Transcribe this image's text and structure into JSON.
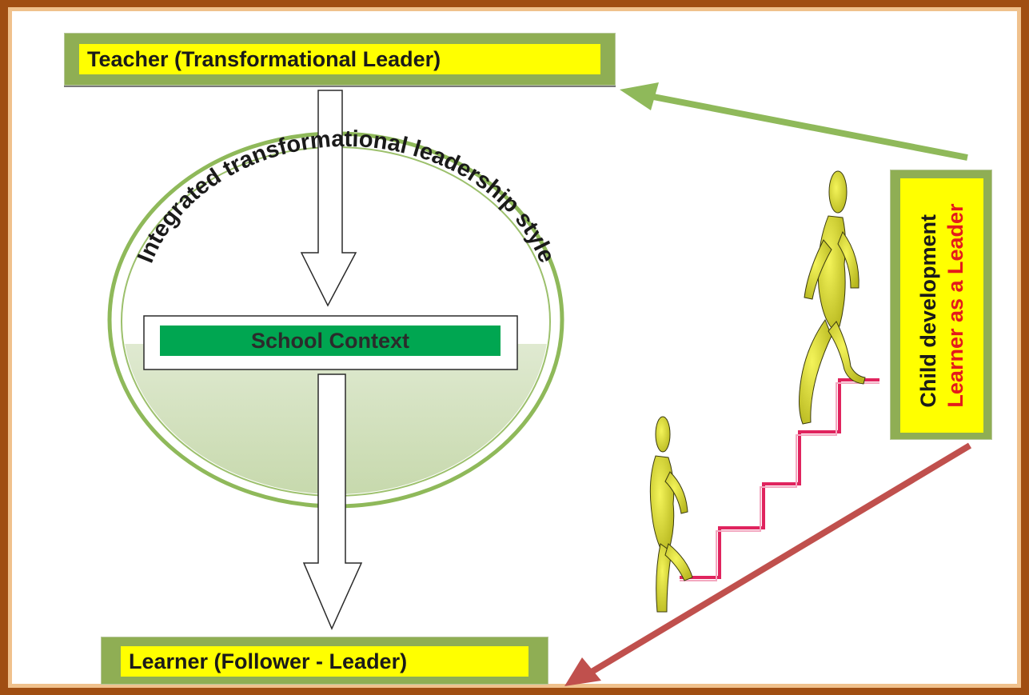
{
  "diagram": {
    "teacher_label": "Teacher (Transformational Leader)",
    "learner_label": "Learner (Follower - Leader)",
    "school_context_label": "School Context",
    "arc_text": "Integrated transformational leadership style",
    "child_line1": "Child development",
    "child_line2": "Learner as a Leader"
  },
  "colors": {
    "frame": "#a04e12",
    "frame_inner": "#f0c18c",
    "box_green": "#8fae54",
    "label_yellow": "#ffff00",
    "school_green": "#00a651",
    "arrow_green": "#8fb95a",
    "arrow_red": "#c0504d",
    "stairs": "#e0245e",
    "figure": "#e6e62e",
    "accent_red": "#e41b1b"
  }
}
